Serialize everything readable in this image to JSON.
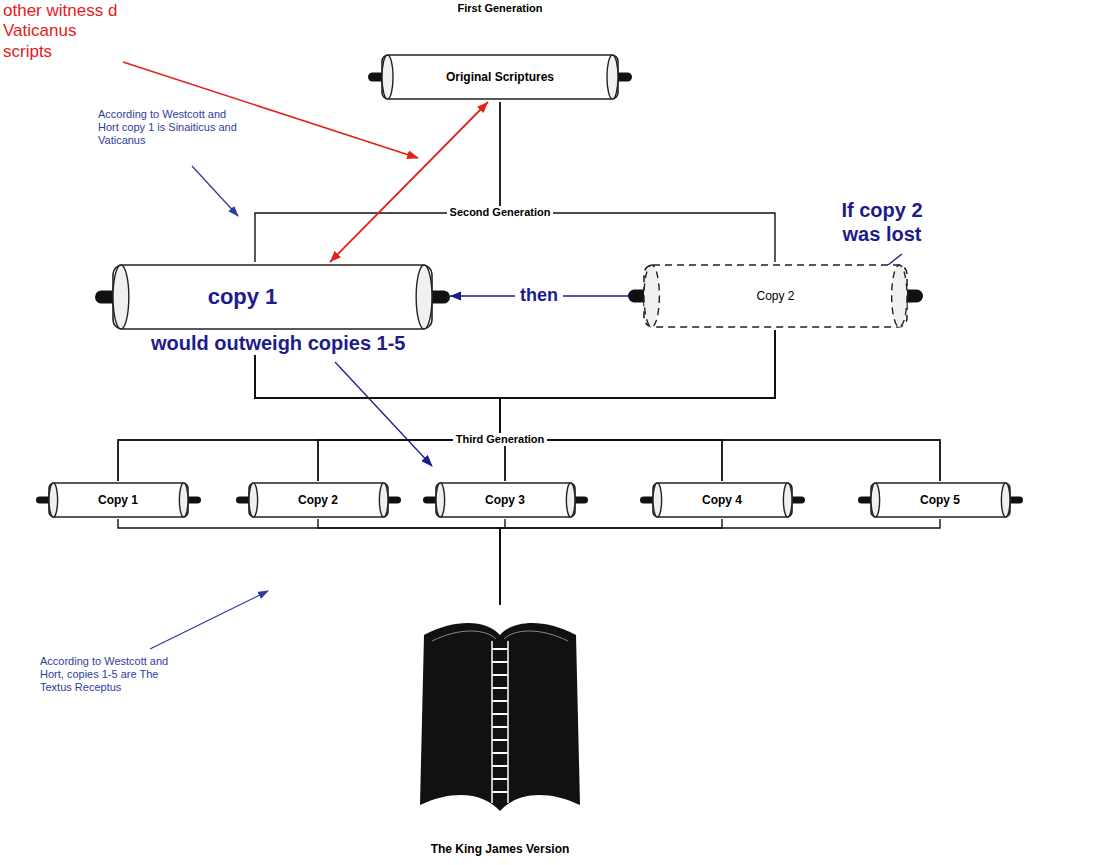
{
  "diagram": {
    "nodes": [
      {
        "text": [
          "First Generation",
          "Original Scriptures"
        ]
      },
      {
        "text": [
          "copy 1"
        ]
      },
      {
        "text": [
          "Copy 2"
        ]
      },
      {
        "text": [
          "Copy 1"
        ]
      },
      {
        "text": [
          "Copy 2"
        ]
      },
      {
        "text": [
          "Copy 3"
        ]
      },
      {
        "text": [
          "Copy 4"
        ]
      },
      {
        "text": [
          "Copy 5"
        ]
      },
      {
        "text": [
          "The King James Version"
        ]
      }
    ],
    "edges": [
      {
        "from": 0,
        "to": 1,
        "arrow": "none"
      },
      {
        "from": 0,
        "to": 2,
        "arrow": "none"
      },
      {
        "from": 2,
        "to": 1,
        "arrow": "to",
        "label": "then"
      },
      {
        "from": 1,
        "to": 0,
        "arrow": "both"
      },
      {
        "from": 1,
        "to": 3,
        "arrow": "none"
      },
      {
        "from": 1,
        "to": 4,
        "arrow": "none"
      },
      {
        "from": 1,
        "to": 5,
        "arrow": "none"
      },
      {
        "from": 1,
        "to": 6,
        "arrow": "none"
      },
      {
        "from": 1,
        "to": 7,
        "arrow": "none"
      },
      {
        "from": 2,
        "to": 3,
        "arrow": "none"
      },
      {
        "from": 2,
        "to": 4,
        "arrow": "none"
      },
      {
        "from": 2,
        "to": 5,
        "arrow": "none"
      },
      {
        "from": 2,
        "to": 6,
        "arrow": "none"
      },
      {
        "from": 2,
        "to": 7,
        "arrow": "none"
      },
      {
        "from": 3,
        "to": 8,
        "arrow": "none"
      },
      {
        "from": 4,
        "to": 8,
        "arrow": "none"
      },
      {
        "from": 5,
        "to": 8,
        "arrow": "none"
      },
      {
        "from": 6,
        "to": 8,
        "arrow": "none"
      },
      {
        "from": 7,
        "to": 8,
        "arrow": "none"
      }
    ],
    "labels": [
      "other witness d Vaticanus scripts",
      "According to Westcott and Hort copy 1 is Sinaiticus and Vaticanus",
      "Second Generation",
      "would outweigh copies 1-5",
      "If copy 2 was lost",
      "Third Generation",
      "According to Westcott and Hort, copies 1-5 are The Textus Receptus"
    ]
  }
}
